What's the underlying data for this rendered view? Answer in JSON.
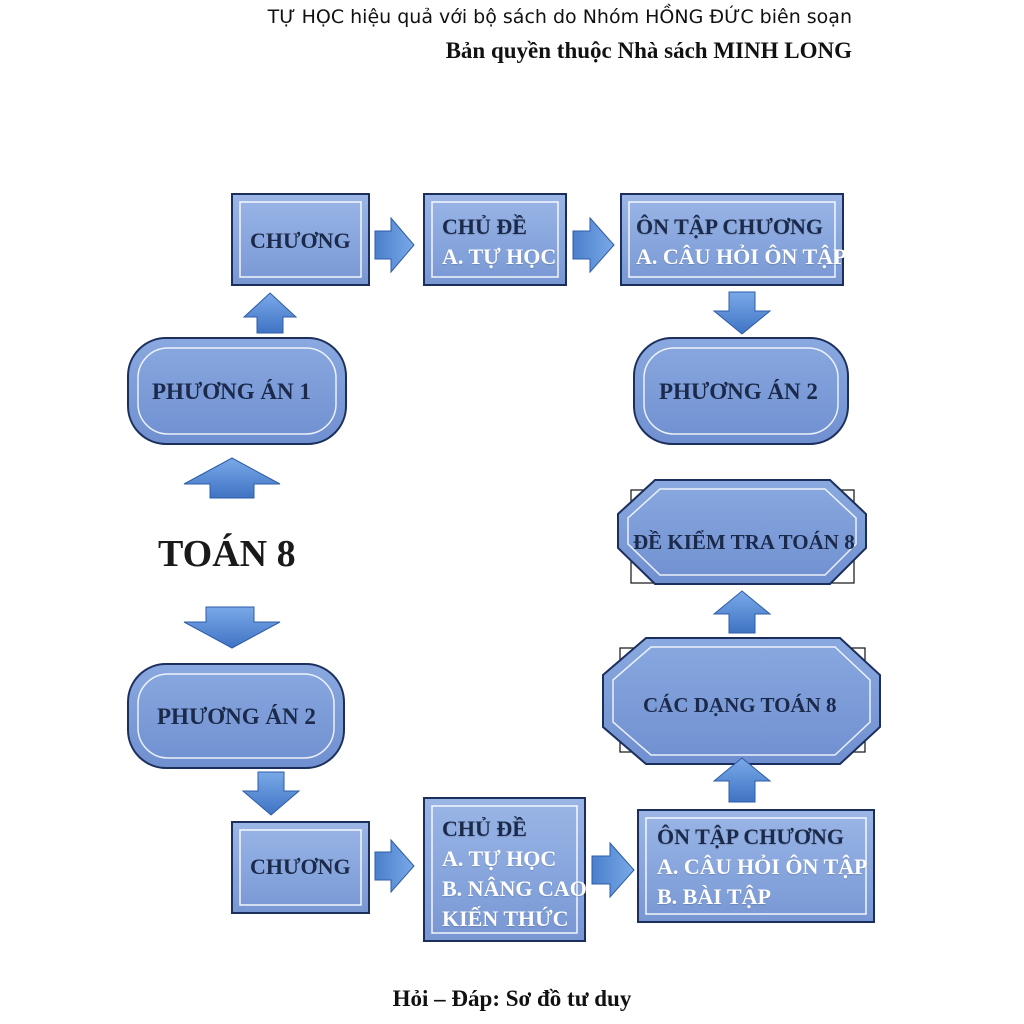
{
  "header": {
    "line1": "TỰ HỌC hiệu quả với bộ sách do Nhóm HỒNG ĐỨC biên soạn",
    "line2": "Bản quyền thuộc Nhà sách MINH LONG"
  },
  "title": "TOÁN 8",
  "caption": "Hỏi – Đáp: Sơ đồ tư duy",
  "top_flow": {
    "chuong": "CHƯƠNG",
    "chu_de": {
      "heading": "CHỦ ĐỀ",
      "line1": "A. TỰ HỌC"
    },
    "on_tap": {
      "heading": "ÔN TẬP CHƯƠNG",
      "line1": "A. CÂU HỎI ÔN TẬP"
    },
    "phuong_an_1": "PHƯƠNG ÁN 1",
    "phuong_an_2_right": "PHƯƠNG ÁN 2"
  },
  "right_flow": {
    "de_kiem_tra": "ĐỀ KIỂM TRA TOÁN 8",
    "cac_dang": "CÁC DẠNG TOÁN 8"
  },
  "bottom_flow": {
    "phuong_an_2": "PHƯƠNG ÁN 2",
    "chuong": "CHƯƠNG",
    "chu_de": {
      "heading": "CHỦ ĐỀ",
      "line1": "A. TỰ HỌC",
      "line2": "B. NÂNG CAO",
      "line3": "KIẾN THỨC"
    },
    "on_tap": {
      "heading": "ÔN TẬP CHƯƠNG",
      "line1": "A. CÂU HỎI ÔN TẬP",
      "line2": "B. BÀI TẬP"
    }
  },
  "colors": {
    "box_fill": "#7f9fd8",
    "box_inner": "#95b3e6",
    "box_border": "#1c2f5c",
    "arrow_fill": "#5b8fd6",
    "text_dark": "#1b2a4a"
  }
}
